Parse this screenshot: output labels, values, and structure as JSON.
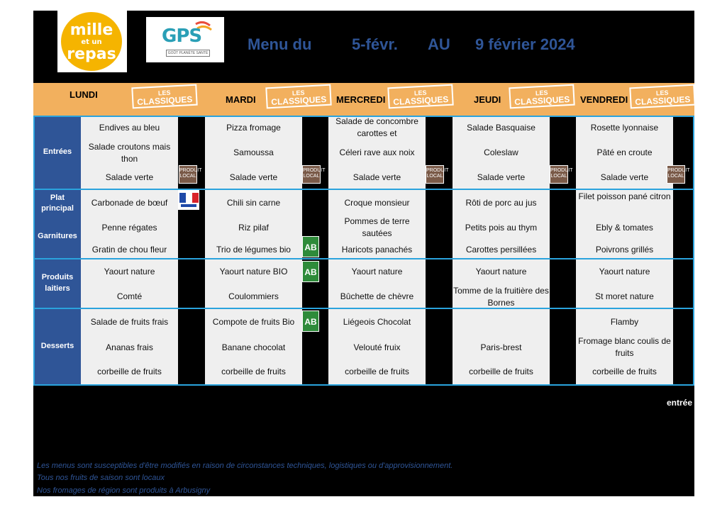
{
  "logos": {
    "mille_line1": "mille",
    "mille_line2": "et un",
    "mille_line3": "repas",
    "gps": "GPS",
    "gps_sub": "GOÛT PLANÈTE SANTÉ"
  },
  "title": {
    "menu_du": "Menu du",
    "start": "5-févr.",
    "au": "AU",
    "end": "9 février 2024"
  },
  "badge": {
    "les": "LES",
    "classiques": "CLASSIQUES"
  },
  "days": [
    "LUNDI",
    "MARDI",
    "MERCREDI",
    "JEUDI",
    "VENDREDI"
  ],
  "sections": {
    "entrees": "Entrées",
    "plat_principal_1": "Plat",
    "plat_principal_2": "principal",
    "garnitures": "Garnitures",
    "produits_laitiers_1": "Produits",
    "produits_laitiers_2": "laitiers",
    "desserts": "Desserts"
  },
  "labels": {
    "produit_local_1": "PRODUIT",
    "produit_local_2": "LOCAL",
    "ab": "AB"
  },
  "menu": {
    "lundi": {
      "entrees": [
        "Endives au bleu",
        "Salade croutons mais thon",
        "Salade verte"
      ],
      "plats": [
        "Carbonade de bœuf",
        "Penne régates",
        "Gratin de chou fleur"
      ],
      "laitiers": [
        "Yaourt nature",
        "Comté"
      ],
      "desserts": [
        "Salade de fruits frais",
        "Ananas frais",
        "corbeille de fruits"
      ]
    },
    "mardi": {
      "entrees": [
        "Pizza fromage",
        "Samoussa",
        "Salade verte"
      ],
      "plats": [
        "Chili sin carne",
        "Riz pilaf",
        "Trio de légumes bio"
      ],
      "laitiers": [
        "Yaourt nature BIO",
        "Coulommiers"
      ],
      "desserts": [
        "Compote de fruits Bio",
        "Banane chocolat",
        "corbeille de fruits"
      ]
    },
    "mercredi": {
      "entrees": [
        "Salade de concombre carottes et",
        "Céleri rave aux noix",
        "Salade verte"
      ],
      "plats": [
        "Croque monsieur",
        "Pommes de terre sautées",
        "Haricots panachés"
      ],
      "laitiers": [
        "Yaourt nature",
        "Bûchette de chèvre"
      ],
      "desserts": [
        "Liégeois Chocolat",
        "Velouté fruix",
        "corbeille de fruits"
      ]
    },
    "jeudi": {
      "entrees": [
        "Salade Basquaise",
        "Coleslaw",
        "Salade verte"
      ],
      "plats": [
        "Rôti de porc au jus",
        "Petits pois au thym",
        "Carottes persillées"
      ],
      "laitiers": [
        "Yaourt nature",
        "Tomme de la fruitière des Bornes"
      ],
      "desserts": [
        "",
        "Paris-brest",
        "corbeille de fruits"
      ]
    },
    "vendredi": {
      "entrees": [
        "Rosette lyonnaise",
        "Pâté en croute",
        "Salade verte"
      ],
      "plats": [
        "Filet poisson pané citron",
        "Ebly & tomates",
        "Poivrons grillés"
      ],
      "laitiers": [
        "Yaourt nature",
        "St moret nature"
      ],
      "desserts": [
        "Flamby",
        "Fromage blanc coulis de fruits",
        "corbeille de fruits"
      ]
    }
  },
  "note_entree": "entrée",
  "footer": [
    "Les menus sont susceptibles d'être modifiés en raison de circonstances techniques, logistiques ou d'approvisionnement.",
    "Tous nos fruits de saison sont locaux",
    "Nos fromages de région sont produits à Arbusigny"
  ],
  "colors": {
    "section": "#2f5597",
    "grid_line": "#2aa3dd",
    "header_band": "#f2b05e",
    "title": "#2f5597"
  }
}
